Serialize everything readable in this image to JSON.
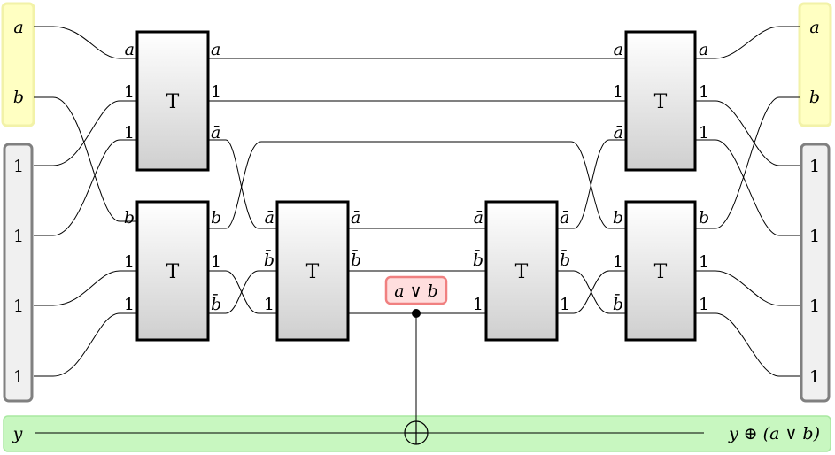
{
  "colors": {
    "input_ab_fill": "#ffffc2",
    "input_ab_stroke": "#f0f0a0",
    "ancilla_fill": "#f0f0f0",
    "ancilla_stroke": "#808080",
    "result_fill": "#ffdede",
    "result_stroke": "#f08080",
    "target_fill": "#c8f7c0",
    "target_stroke": "#a8e8a0",
    "gate_top": "#ffffff",
    "gate_bottom": "#cfcfcf"
  },
  "gate_label": "T",
  "inputs_left": [
    "a",
    "b"
  ],
  "ancillas_left": [
    "1",
    "1",
    "1",
    "1"
  ],
  "outputs_right": [
    "a",
    "b"
  ],
  "ancillas_right": [
    "1",
    "1",
    "1",
    "1"
  ],
  "gates": [
    {
      "id": "g1",
      "in": [
        "a",
        "1",
        "1"
      ],
      "out": [
        "a",
        "1",
        "ā"
      ]
    },
    {
      "id": "g2",
      "in": [
        "b",
        "1",
        "1"
      ],
      "out": [
        "b",
        "1",
        "b̄"
      ]
    },
    {
      "id": "g3",
      "in": [
        "ā",
        "b̄",
        "1"
      ],
      "out": [
        "ā",
        "b̄",
        ""
      ]
    },
    {
      "id": "g4",
      "in": [
        "ā",
        "b̄",
        "1"
      ],
      "out": [
        "ā",
        "b̄",
        "1"
      ]
    },
    {
      "id": "g5",
      "in": [
        "a",
        "1",
        "ā"
      ],
      "out": [
        "a",
        "1",
        "1"
      ]
    },
    {
      "id": "g6",
      "in": [
        "b",
        "1",
        "b̄"
      ],
      "out": [
        "b",
        "1",
        "1"
      ]
    }
  ],
  "result_label": "a ∨ b",
  "target_in": "y",
  "target_out": "y ⊕ (a ∨ b)"
}
